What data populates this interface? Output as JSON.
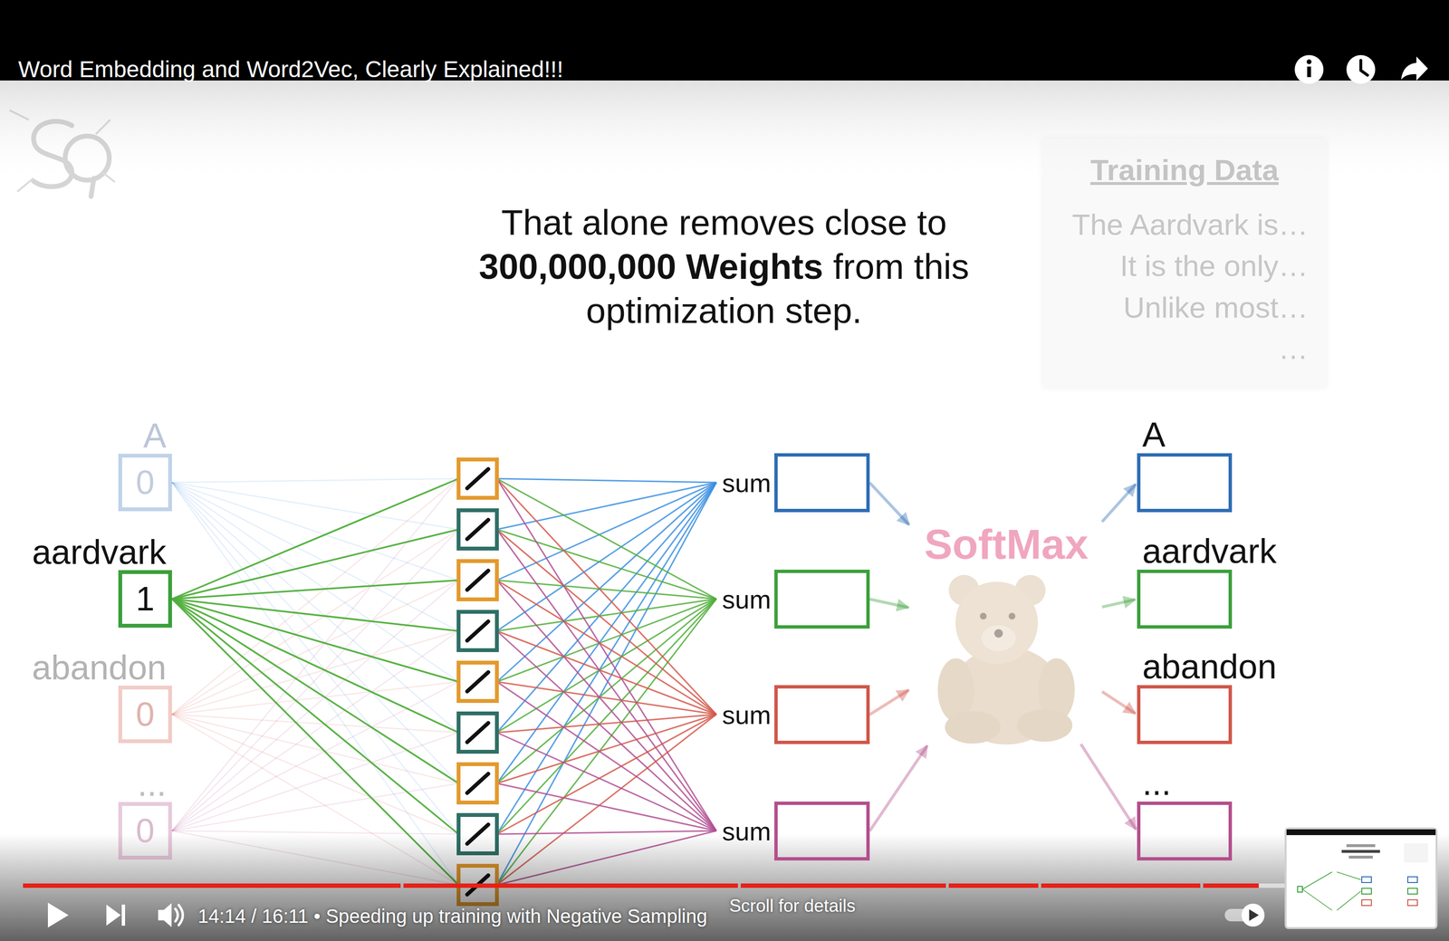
{
  "diagram": {
    "title": "Word Embedding and Word2Vec, Clearly Explained!!!",
    "nodes": [
      {
        "text": [
          "Training Data",
          "The Aardvark is…",
          "It is the only…",
          "Unlike most…",
          "…"
        ]
      },
      {
        "text": [
          "A",
          "0"
        ]
      },
      {
        "text": [
          "aardvark",
          "1"
        ]
      },
      {
        "text": [
          "abandon",
          "0"
        ]
      },
      {
        "text": [
          "...",
          "0"
        ]
      },
      {
        "text": [
          "sum"
        ]
      },
      {
        "text": [
          "sum"
        ]
      },
      {
        "text": [
          "sum"
        ]
      },
      {
        "text": [
          "sum"
        ]
      },
      {
        "text": [
          "SoftMax"
        ]
      },
      {
        "text": [
          "A"
        ]
      },
      {
        "text": [
          "aardvark"
        ]
      },
      {
        "text": [
          "abandon"
        ]
      },
      {
        "text": [
          "..."
        ]
      }
    ],
    "edges": [
      {
        "from": 5,
        "to": 9,
        "arrow": "to"
      },
      {
        "from": 6,
        "to": 9,
        "arrow": "to"
      },
      {
        "from": 7,
        "to": 9,
        "arrow": "to"
      },
      {
        "from": 8,
        "to": 9,
        "arrow": "to"
      },
      {
        "from": 9,
        "to": 10,
        "arrow": "to"
      },
      {
        "from": 9,
        "to": 11,
        "arrow": "to"
      },
      {
        "from": 9,
        "to": 12,
        "arrow": "to"
      },
      {
        "from": 9,
        "to": 13,
        "arrow": "to"
      }
    ],
    "labels": [
      "That alone removes close to",
      "300,000,000 Weights",
      "from this",
      "optimization step.",
      "14:14 / 16:11",
      "• Speeding up training with Negative Sampling",
      "Scroll for details"
    ]
  }
}
